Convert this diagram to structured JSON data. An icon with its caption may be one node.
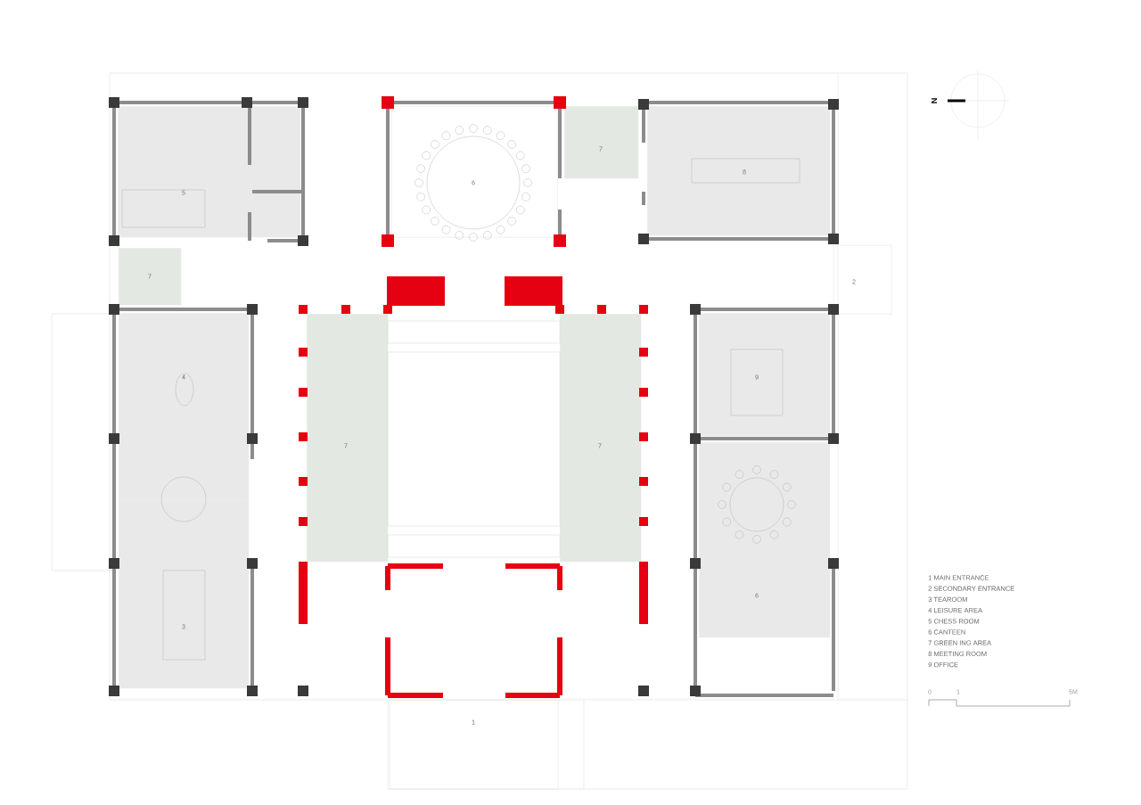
{
  "diagram": {
    "nodes": [
      {
        "text": [
          "5"
        ]
      },
      {
        "text": [
          "6"
        ]
      },
      {
        "text": [
          "7"
        ]
      },
      {
        "text": [
          "8"
        ]
      },
      {
        "text": [
          "7"
        ]
      },
      {
        "text": [
          "2"
        ]
      },
      {
        "text": [
          "4"
        ]
      },
      {
        "text": [
          "7"
        ]
      },
      {
        "text": [
          "7"
        ]
      },
      {
        "text": [
          "9"
        ]
      },
      {
        "text": [
          "6"
        ]
      },
      {
        "text": [
          "3"
        ]
      },
      {
        "text": [
          "1"
        ]
      }
    ],
    "labels": [
      "N",
      "1 MAIN ENTRANCE",
      "2 SECONDARY ENTRANCE",
      "3 TEAROOM",
      "4 LEISURE AREA",
      "5 CHESS ROOM",
      "6 CANTEEN",
      "7 GREEN ING AREA",
      "8 MEETING ROOM",
      "9 OFFICE",
      "0",
      "1",
      "5M"
    ]
  }
}
